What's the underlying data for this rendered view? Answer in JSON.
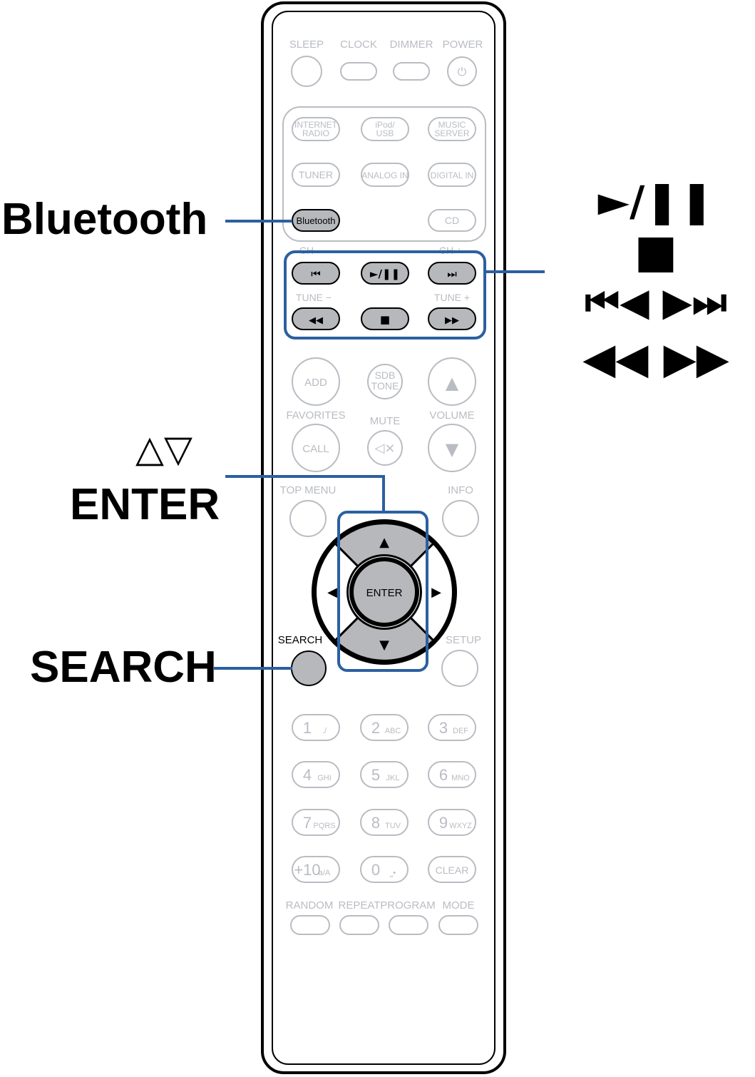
{
  "callouts": {
    "bluetooth": "Bluetooth",
    "enter_arrows": "△▽",
    "enter": "ENTER",
    "search": "SEARCH",
    "transport_play_pause": "►/❚❚",
    "transport_stop": "■",
    "transport_skip": "⏮◀ ▶⏭",
    "transport_scan": "◀◀ ▶▶"
  },
  "remote": {
    "top_row": [
      "SLEEP",
      "CLOCK",
      "DIMMER",
      "POWER"
    ],
    "power_symbol": "⏻",
    "sources": {
      "internet_radio": [
        "INTERNET",
        "RADIO"
      ],
      "ipod_usb": [
        "iPod/",
        "USB"
      ],
      "music_server": [
        "MUSIC",
        "SERVER"
      ],
      "tuner": "TUNER",
      "analog_in": "ANALOG IN",
      "digital_in": "DIGITAL IN",
      "bluetooth": "Bluetooth",
      "cd": "CD"
    },
    "transport": {
      "ch_minus": "CH −",
      "ch_plus": "CH +",
      "tune_minus": "TUNE −",
      "tune_plus": "TUNE +",
      "prev": "⏮",
      "play_pause": "►/❚❚",
      "next": "⏭",
      "rewind": "◀◀",
      "stop": "■",
      "fast_forward": "▶▶"
    },
    "mid": {
      "add": "ADD",
      "sdb_tone": [
        "SDB",
        "TONE"
      ],
      "vol_up": "▲",
      "favorites": "FAVORITES",
      "mute": "MUTE",
      "volume": "VOLUME",
      "call": "CALL",
      "mute_icon": "◁×",
      "vol_down": "▼"
    },
    "nav": {
      "top_menu": "TOP MENU",
      "info": "INFO",
      "enter": "ENTER",
      "up": "▲",
      "down": "▼",
      "left": "◀",
      "right": "▶",
      "search": "SEARCH",
      "setup": "SETUP"
    },
    "keypad": [
      {
        "num": "1",
        "sub": "./"
      },
      {
        "num": "2",
        "sub": "ABC"
      },
      {
        "num": "3",
        "sub": "DEF"
      },
      {
        "num": "4",
        "sub": "GHI"
      },
      {
        "num": "5",
        "sub": "JKL"
      },
      {
        "num": "6",
        "sub": "MNO"
      },
      {
        "num": "7",
        "sub": "PQRS"
      },
      {
        "num": "8",
        "sub": "TUV"
      },
      {
        "num": "9",
        "sub": "WXYZ"
      },
      {
        "num": "+10",
        "sub": "a/A"
      },
      {
        "num": "0",
        "sub": "⎵•"
      },
      {
        "num": "CLEAR",
        "sub": ""
      }
    ],
    "bottom_row": [
      "RANDOM",
      "REPEAT",
      "PROGRAM",
      "MODE"
    ]
  },
  "colors": {
    "highlight": "#2c5fa0",
    "gray_button": "#b6b8bc",
    "faded": "#b9bcc2",
    "outline": "#000000"
  }
}
